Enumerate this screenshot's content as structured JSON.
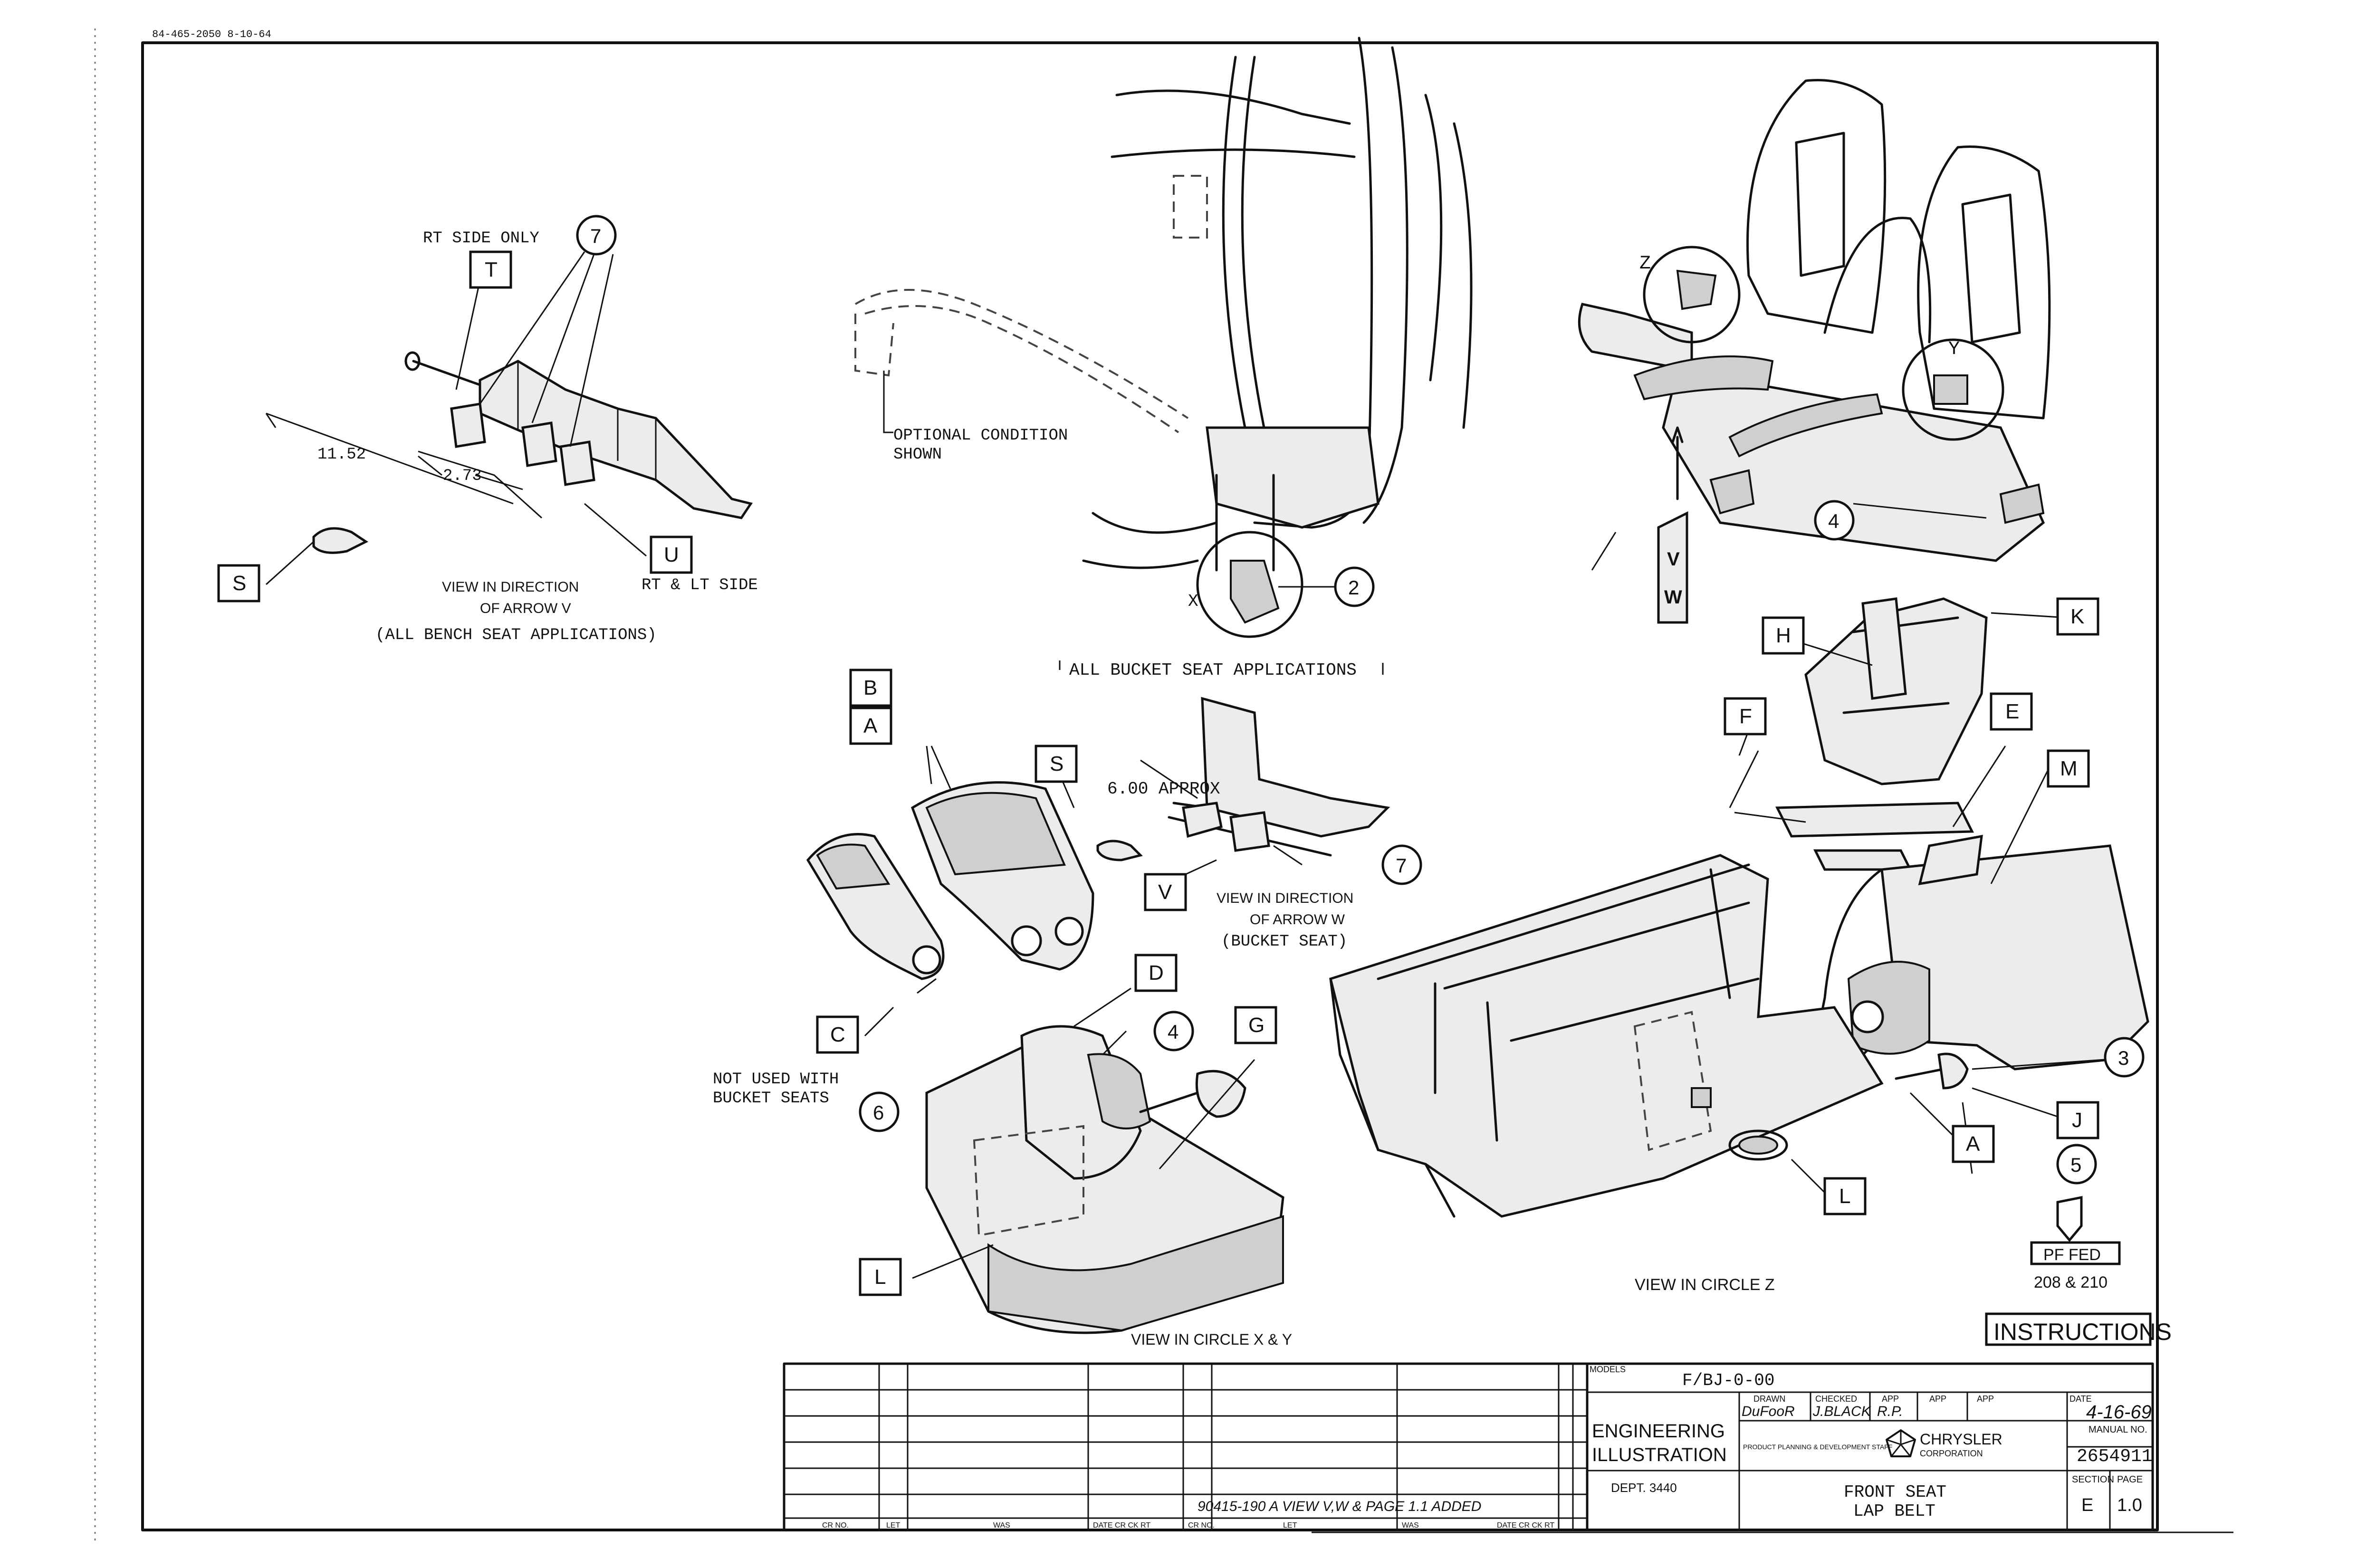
{
  "header": {
    "drawing_code": "84-465-2050 8-10-64"
  },
  "bench_view": {
    "rt_side_only": "RT SIDE ONLY",
    "dim_1": "11.52",
    "dim_2": "2.73",
    "rt_lt_side": "RT & LT SIDE",
    "caption_1": "VIEW IN DIRECTION",
    "caption_2": "OF ARROW V",
    "caption_3": "(ALL BENCH SEAT APPLICATIONS)"
  },
  "bucket_view": {
    "optional_1": "OPTIONAL CONDITION",
    "optional_2": "SHOWN",
    "caption": "ALL BUCKET SEAT APPLICATIONS",
    "arrow_v": "V",
    "arrow_w": "W"
  },
  "bracket_view": {
    "approx": "6.00 APPROX",
    "caption_1": "VIEW IN DIRECTION",
    "caption_2": "OF ARROW W",
    "caption_3": "(BUCKET SEAT)"
  },
  "xy_view": {
    "not_used_1": "NOT USED WITH",
    "not_used_2": "BUCKET SEATS",
    "caption": "VIEW IN CIRCLE X & Y"
  },
  "z_view": {
    "caption": "VIEW IN CIRCLE Z",
    "pf_fed": "PF FED",
    "pf_models": "208 & 210"
  },
  "circle_labels": {
    "x": "X",
    "y": "Y",
    "z": "Z"
  },
  "callouts": {
    "T": "T",
    "U": "U",
    "S": "S",
    "B": "B",
    "A": "A",
    "C": "C",
    "D": "D",
    "G": "G",
    "V": "V",
    "L": "L",
    "H": "H",
    "F": "F",
    "E": "E",
    "K": "K",
    "M": "M",
    "J": "J",
    "n7": "7",
    "n2": "2",
    "n4": "4",
    "n6": "6",
    "n3": "3",
    "n5": "5"
  },
  "title_block": {
    "instructions": "INSTRUCTIONS",
    "models_label": "MODELS",
    "models_value": "F/BJ-0-00",
    "drawn_label": "DRAWN",
    "drawn_value": "DuFooR",
    "checked_label": "CHECKED",
    "checked_value": "J.BLACK",
    "app1_label": "APP",
    "app1_value": "R.P.",
    "app2_label": "APP",
    "app3_label": "APP",
    "date_label": "DATE",
    "date_value": "4-16-69",
    "engineering": "ENGINEERING",
    "illustration": "ILLUSTRATION",
    "staff": "PRODUCT PLANNING & DEVELOPMENT STAFF",
    "company_1": "CHRYSLER",
    "company_2": "CORPORATION",
    "manual_label": "MANUAL NO.",
    "manual_value": "2654911",
    "dept": "DEPT. 3440",
    "title_1": "FRONT SEAT",
    "title_2": "LAP BELT",
    "section_label": "SECTION",
    "section_value": "E",
    "page_label": "PAGE",
    "page_value": "1.0",
    "revision_note": "90415-190 A VIEW V,W & PAGE 1.1 ADDED",
    "rev_cols": [
      "CR NO.",
      "LET",
      "WAS",
      "DATE CR CK RT",
      "CR NO.",
      "LET",
      "WAS",
      "DATE CR CK RT"
    ]
  }
}
